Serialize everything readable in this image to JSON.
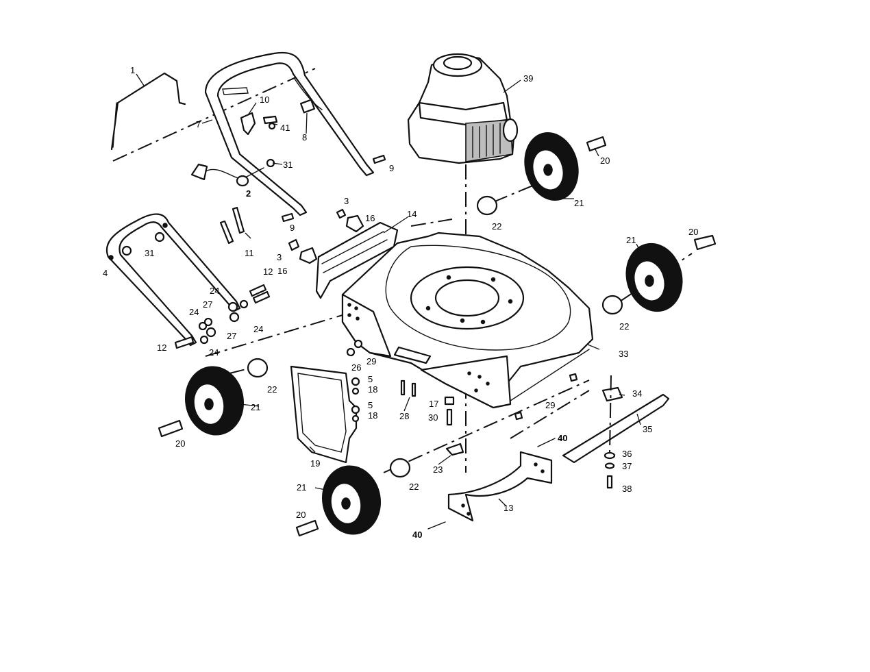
{
  "diagram": {
    "colors": {
      "ink": "#111111",
      "paper": "#ffffff",
      "shade": "#bdbdbd"
    },
    "callouts": {
      "c1": "1",
      "c2": "2",
      "c3a": "3",
      "c3b": "3",
      "c4": "4",
      "c5a": "5",
      "c5b": "5",
      "c7": "7",
      "c8": "8",
      "c9a": "9",
      "c9b": "9",
      "c10": "10",
      "c11": "11",
      "c12a": "12",
      "c12b": "12",
      "c13": "13",
      "c14": "14",
      "c16a": "16",
      "c16b": "16",
      "c17": "17",
      "c18a": "18",
      "c18b": "18",
      "c19": "19",
      "c20a": "20",
      "c20b": "20",
      "c20c": "20",
      "c20d": "20",
      "c21a": "21",
      "c21b": "21",
      "c21c": "21",
      "c21d": "21",
      "c22a": "22",
      "c22b": "22",
      "c22c": "22",
      "c22d": "22",
      "c23": "23",
      "c24a": "24",
      "c24b": "24",
      "c24c": "24",
      "c24d": "24",
      "c26": "26",
      "c27a": "27",
      "c27b": "27",
      "c28": "28",
      "c29a": "29",
      "c29b": "29",
      "c30": "30",
      "c31a": "31",
      "c31b": "31",
      "c33": "33",
      "c34": "34",
      "c35": "35",
      "c36": "36",
      "c37": "37",
      "c38": "38",
      "c39": "39",
      "c40a": "40",
      "c40b": "40",
      "c41": "41"
    }
  }
}
